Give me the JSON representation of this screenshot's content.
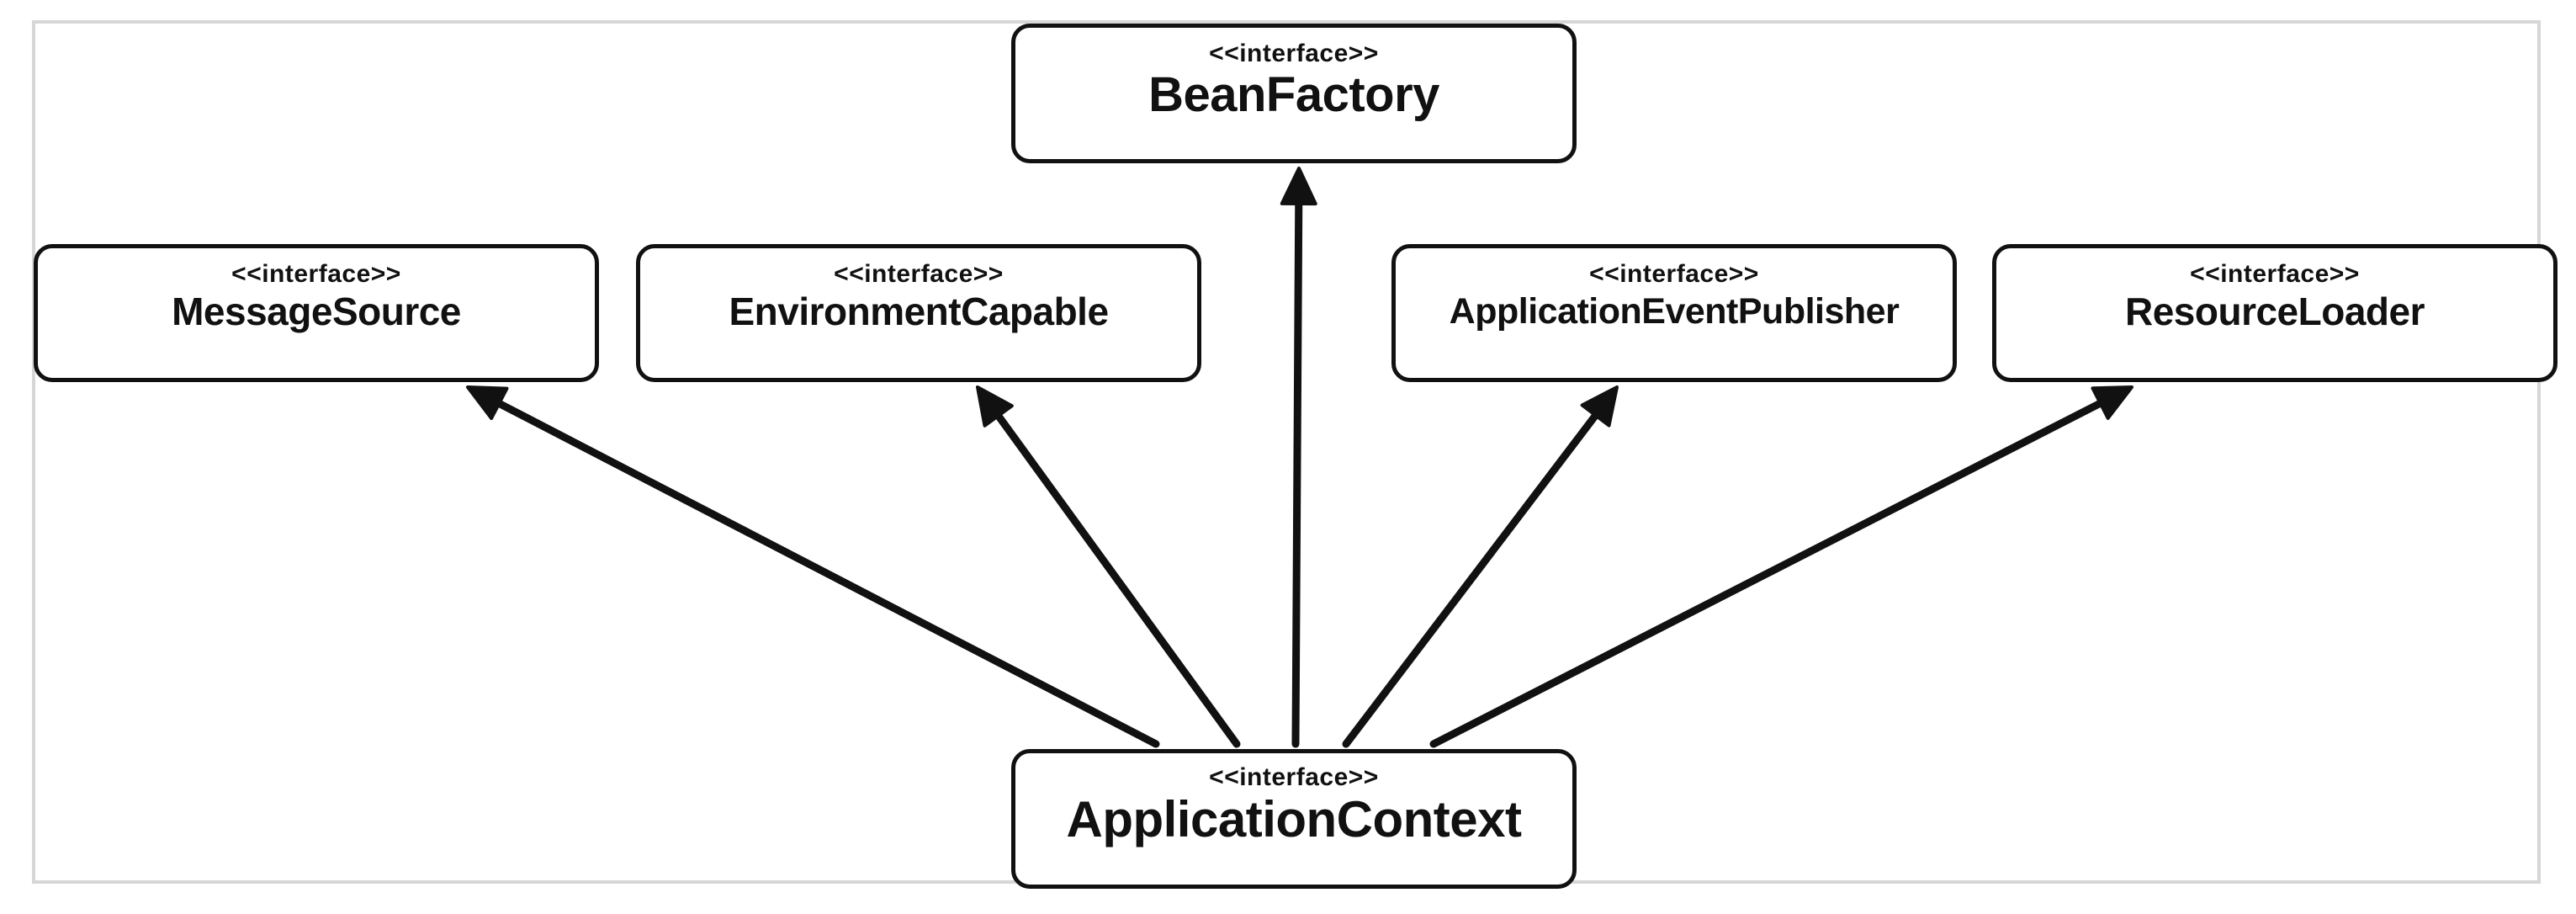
{
  "diagram": {
    "nodes": {
      "bean_factory": {
        "stereotype": "<<interface>>",
        "name": "BeanFactory"
      },
      "message_source": {
        "stereotype": "<<interface>>",
        "name": "MessageSource"
      },
      "environment_capable": {
        "stereotype": "<<interface>>",
        "name": "EnvironmentCapable"
      },
      "application_event_publisher": {
        "stereotype": "<<interface>>",
        "name": "ApplicationEventPublisher"
      },
      "resource_loader": {
        "stereotype": "<<interface>>",
        "name": "ResourceLoader"
      },
      "application_context": {
        "stereotype": "<<interface>>",
        "name": "ApplicationContext"
      }
    },
    "edges": [
      {
        "from": "application_context",
        "to": "bean_factory"
      },
      {
        "from": "application_context",
        "to": "message_source"
      },
      {
        "from": "application_context",
        "to": "environment_capable"
      },
      {
        "from": "application_context",
        "to": "application_event_publisher"
      },
      {
        "from": "application_context",
        "to": "resource_loader"
      }
    ],
    "colors": {
      "stroke": "#111111",
      "frame": "#d6d6d6",
      "background": "#ffffff"
    }
  }
}
